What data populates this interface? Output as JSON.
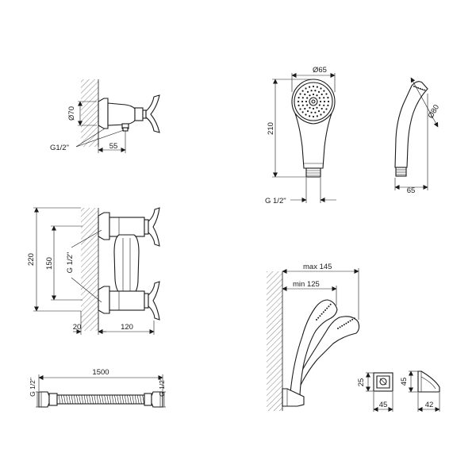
{
  "dims": {
    "mixer_side_dia": "Ø70",
    "mixer_side_thread": "G1/2\"",
    "mixer_side_depth": "55",
    "mixer_front_height": "220",
    "mixer_front_center": "150",
    "mixer_front_thread": "G 1/2\"",
    "mixer_front_wall": "20",
    "mixer_front_depth": "120",
    "head_front_dia": "Ø65",
    "head_front_length": "210",
    "head_front_thread": "G 1/2\"",
    "head_side_dia": "Ø80",
    "head_side_depth": "65",
    "hose_length": "1500",
    "hose_thread_left": "G 1/2\"",
    "hose_thread_right": "G 1/2\"",
    "holder_max": "max 145",
    "holder_min": "min 125",
    "bracket_height": "25",
    "bracket_width": "45",
    "bracket_side_height": "45",
    "bracket_side_depth": "42"
  }
}
